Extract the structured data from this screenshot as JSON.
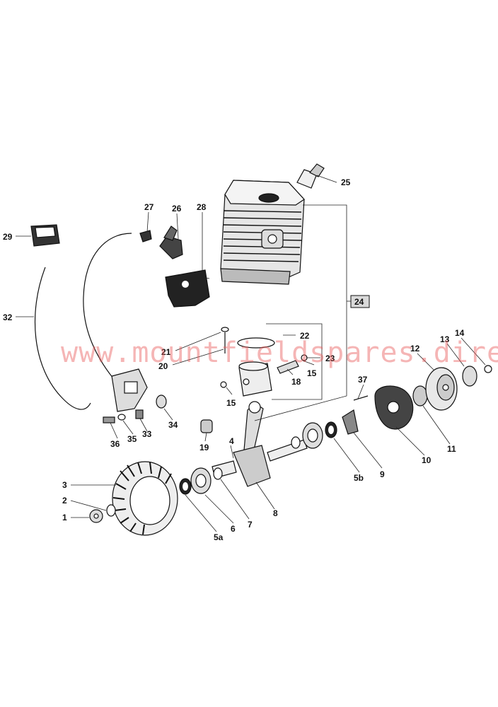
{
  "watermark": "www.mountfieldspares.direct",
  "labels": {
    "l1": "1",
    "l2": "2",
    "l3": "3",
    "l4": "4",
    "l5a": "5a",
    "l5b": "5b",
    "l6": "6",
    "l7": "7",
    "l8": "8",
    "l9": "9",
    "l10": "10",
    "l11": "11",
    "l12": "12",
    "l13": "13",
    "l14": "14",
    "l15a": "15",
    "l15b": "15",
    "l18": "18",
    "l19": "19",
    "l20": "20",
    "l21": "21",
    "l22": "22",
    "l23": "23",
    "l24": "24",
    "l25": "25",
    "l26": "26",
    "l27": "27",
    "l28": "28",
    "l29": "29",
    "l32": "32",
    "l33": "33",
    "l34": "34",
    "l35": "35",
    "l36": "36",
    "l37": "37"
  },
  "colors": {
    "ink": "#111111",
    "watermark": "#e85a5a",
    "callout_box": "#d9d9d9"
  }
}
